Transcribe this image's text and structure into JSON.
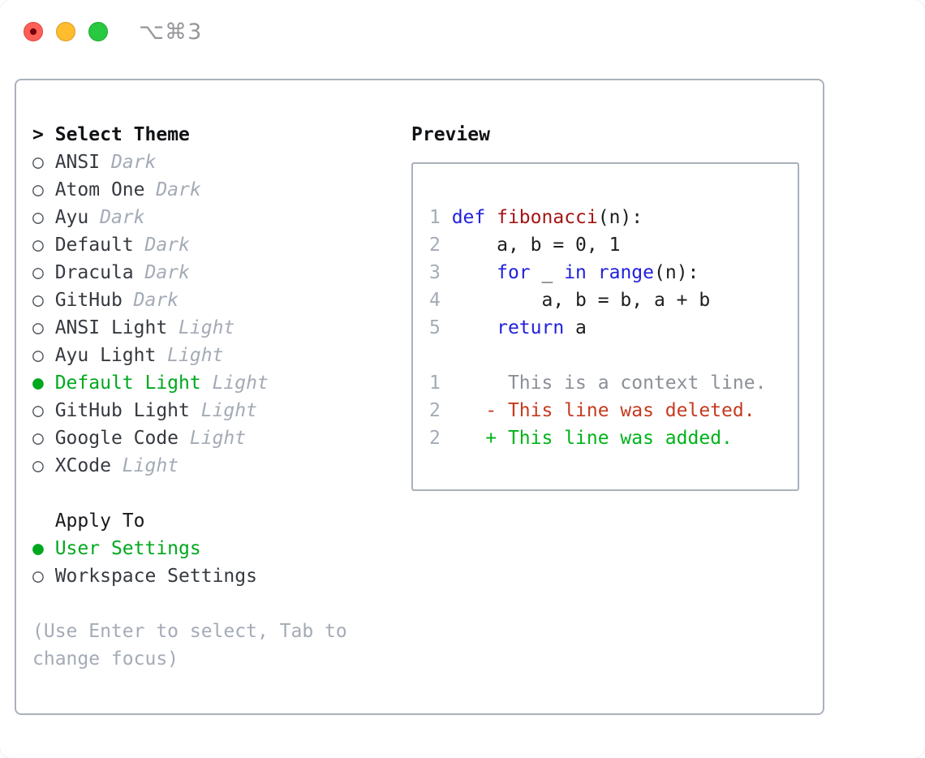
{
  "window": {
    "shortcut": "⌥⌘3",
    "traffic_lights": [
      {
        "name": "close-icon",
        "color": "#ff5f57"
      },
      {
        "name": "minimize-icon",
        "color": "#febc2e"
      },
      {
        "name": "zoom-icon",
        "color": "#28c840"
      }
    ]
  },
  "theme_list": {
    "header_prefix": ">",
    "header": "Select Theme",
    "radio_unselected": "○",
    "radio_selected": "●",
    "items": [
      {
        "label": "ANSI",
        "tag": "Dark",
        "selected": false
      },
      {
        "label": "Atom One",
        "tag": "Dark",
        "selected": false
      },
      {
        "label": "Ayu",
        "tag": "Dark",
        "selected": false
      },
      {
        "label": "Default",
        "tag": "Dark",
        "selected": false
      },
      {
        "label": "Dracula",
        "tag": "Dark",
        "selected": false
      },
      {
        "label": "GitHub",
        "tag": "Dark",
        "selected": false
      },
      {
        "label": "ANSI Light",
        "tag": "Light",
        "selected": false
      },
      {
        "label": "Ayu Light",
        "tag": "Light",
        "selected": false
      },
      {
        "label": "Default Light",
        "tag": "Light",
        "selected": true
      },
      {
        "label": "GitHub Light",
        "tag": "Light",
        "selected": false
      },
      {
        "label": "Google Code",
        "tag": "Light",
        "selected": false
      },
      {
        "label": "XCode",
        "tag": "Light",
        "selected": false
      }
    ]
  },
  "apply_to": {
    "header": "Apply To",
    "items": [
      {
        "label": "User Settings",
        "selected": true
      },
      {
        "label": "Workspace Settings",
        "selected": false
      }
    ]
  },
  "help": {
    "text": "(Use Enter to select, Tab to change focus)"
  },
  "preview": {
    "title": "Preview",
    "lines": [
      {
        "segs": [
          {
            "t": "1 ",
            "c": "ln"
          },
          {
            "t": "def",
            "c": "kw"
          },
          {
            "t": " ",
            "c": "pl"
          },
          {
            "t": "fibonacci",
            "c": "fn"
          },
          {
            "t": "(n):",
            "c": "pl"
          }
        ]
      },
      {
        "segs": [
          {
            "t": "2 ",
            "c": "ln"
          },
          {
            "t": "    a, b = 0, 1",
            "c": "pl"
          }
        ]
      },
      {
        "segs": [
          {
            "t": "3 ",
            "c": "ln"
          },
          {
            "t": "    ",
            "c": "pl"
          },
          {
            "t": "for",
            "c": "kw"
          },
          {
            "t": " _ ",
            "c": "pl"
          },
          {
            "t": "in",
            "c": "kw"
          },
          {
            "t": " ",
            "c": "pl"
          },
          {
            "t": "range",
            "c": "kw"
          },
          {
            "t": "(n):",
            "c": "pl"
          }
        ]
      },
      {
        "segs": [
          {
            "t": "4 ",
            "c": "ln"
          },
          {
            "t": "        a, b = b, a + b",
            "c": "pl"
          }
        ]
      },
      {
        "segs": [
          {
            "t": "5 ",
            "c": "ln"
          },
          {
            "t": "    ",
            "c": "pl"
          },
          {
            "t": "return",
            "c": "kw"
          },
          {
            "t": " a",
            "c": "pl"
          }
        ]
      },
      {
        "segs": []
      },
      {
        "segs": [
          {
            "t": "1 ",
            "c": "ln"
          },
          {
            "t": "     This is a context line.",
            "c": "ctx"
          }
        ]
      },
      {
        "segs": [
          {
            "t": "2 ",
            "c": "ln"
          },
          {
            "t": "   - This line was deleted.",
            "c": "del"
          }
        ]
      },
      {
        "segs": [
          {
            "t": "2 ",
            "c": "ln"
          },
          {
            "t": "   + This line was added.",
            "c": "add"
          }
        ]
      }
    ]
  },
  "colors": {
    "selected": "#00a81f",
    "ln": "#a4abb6",
    "kw": "#2020dd",
    "fn": "#a31515",
    "pl": "#1e1e1e",
    "ctx": "#8b9097",
    "del": "#c63a1e",
    "add": "#00b31a"
  }
}
